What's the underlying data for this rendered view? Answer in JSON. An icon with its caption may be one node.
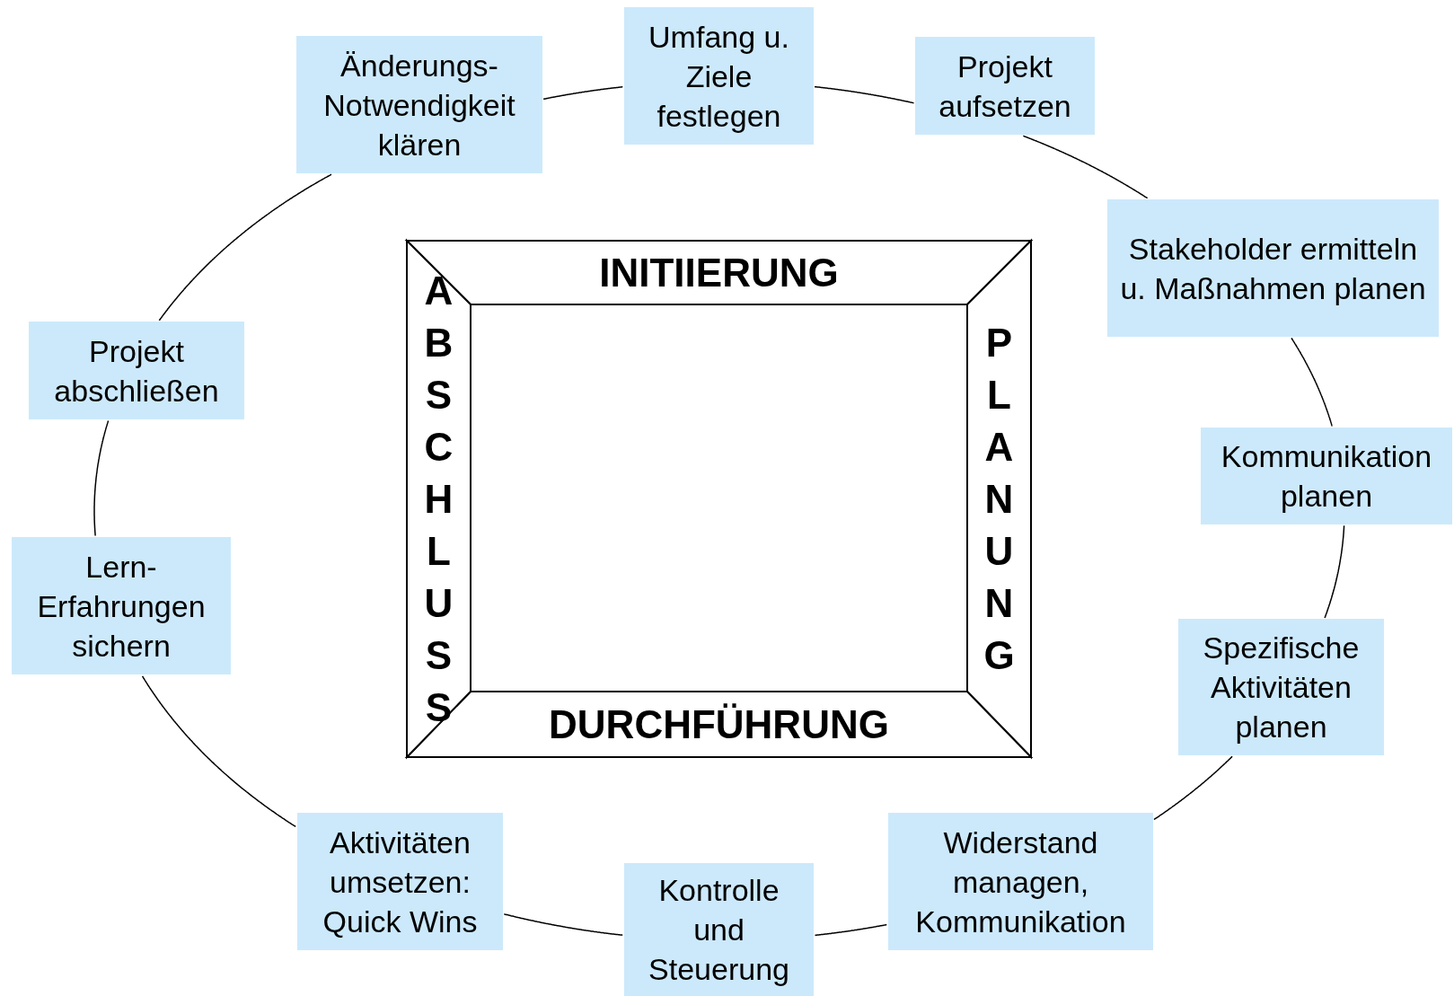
{
  "diagram": {
    "nodes": [
      {
        "text": [
          "Umfang u. Ziele festlegen"
        ]
      },
      {
        "text": [
          "Projekt aufsetzen"
        ]
      },
      {
        "text": [
          "Stakeholder ermitteln u. Maßnahmen planen"
        ]
      },
      {
        "text": [
          "Kommunikation planen"
        ]
      },
      {
        "text": [
          "Spezifische Aktivitäten planen"
        ]
      },
      {
        "text": [
          "Widerstand managen, Kommunikation"
        ]
      },
      {
        "text": [
          "Kontrolle und Steuerung"
        ]
      },
      {
        "text": [
          "Aktivitäten umsetzen: Quick Wins"
        ]
      },
      {
        "text": [
          "Lern-Erfahrungen sichern"
        ]
      },
      {
        "text": [
          "Projekt abschließen"
        ]
      },
      {
        "text": [
          "Änderungs-Notwendigkeit klären"
        ]
      },
      {
        "text": [
          "INITIIERUNG"
        ]
      },
      {
        "text": [
          "PLANUNG"
        ]
      },
      {
        "text": [
          "DURCHFÜHRUNG"
        ]
      },
      {
        "text": [
          "ABSCHLUSS"
        ]
      }
    ],
    "edges": [
      {
        "from": 0,
        "to": 1,
        "arrow": "none"
      },
      {
        "from": 1,
        "to": 2,
        "arrow": "none"
      },
      {
        "from": 2,
        "to": 3,
        "arrow": "none"
      },
      {
        "from": 3,
        "to": 4,
        "arrow": "none"
      },
      {
        "from": 4,
        "to": 5,
        "arrow": "none"
      },
      {
        "from": 5,
        "to": 6,
        "arrow": "none"
      },
      {
        "from": 6,
        "to": 7,
        "arrow": "none"
      },
      {
        "from": 7,
        "to": 8,
        "arrow": "none"
      },
      {
        "from": 8,
        "to": 9,
        "arrow": "none"
      },
      {
        "from": 9,
        "to": 10,
        "arrow": "none"
      },
      {
        "from": 10,
        "to": 0,
        "arrow": "none"
      }
    ]
  }
}
